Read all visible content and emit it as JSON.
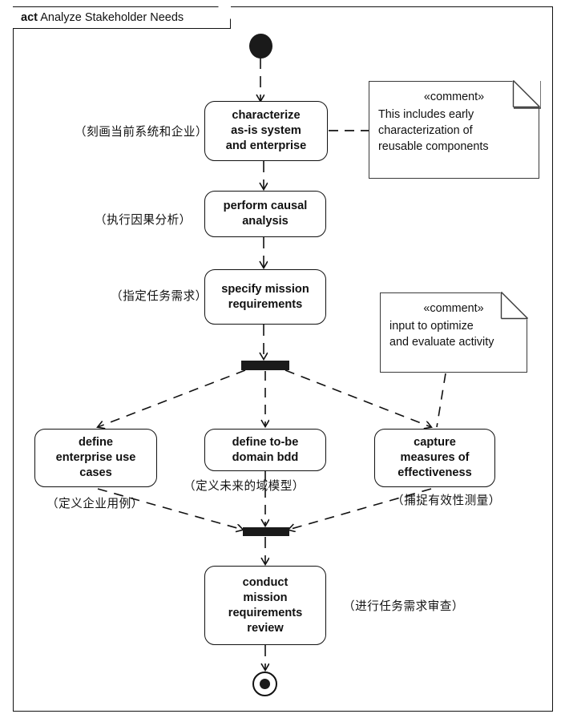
{
  "diagram": {
    "kind_keyword": "act",
    "title": "Analyze Stakeholder Needs",
    "type": "uml-activity-diagram",
    "line_color": "#111111",
    "fill_color": "#ffffff"
  },
  "nodes": {
    "initial": {
      "name": "initial-node"
    },
    "final": {
      "name": "activity-final-node"
    },
    "fork": {
      "name": "fork-bar"
    },
    "join": {
      "name": "join-bar"
    },
    "actions": [
      {
        "id": "characterize",
        "label": "characterize\nas-is system\nand enterprise",
        "line1": "characterize",
        "line2": "as-is system",
        "line3": "and enterprise"
      },
      {
        "id": "causal",
        "label": "perform causal\nanalysis",
        "line1": "perform causal",
        "line2": "analysis"
      },
      {
        "id": "mission-req",
        "label": "specify mission\nrequirements",
        "line1": "specify mission",
        "line2": "requirements"
      },
      {
        "id": "use-cases",
        "label": "define\nenterprise use\ncases",
        "line1": "define",
        "line2": "enterprise use",
        "line3": "cases"
      },
      {
        "id": "domain-bdd",
        "label": "define to-be\ndomain bdd",
        "line1": "define to-be",
        "line2": "domain bdd"
      },
      {
        "id": "moe",
        "label": "capture\nmeasures of\neffectiveness",
        "line1": "capture",
        "line2": "measures of",
        "line3": "effectiveness"
      },
      {
        "id": "review",
        "label": "conduct\nmission\nrequirements\nreview",
        "line1": "conduct",
        "line2": "mission",
        "line3": "requirements",
        "line4": "review"
      }
    ]
  },
  "notes": [
    {
      "id": "note-reusable",
      "stereotype": "«comment»",
      "line1": "This includes early",
      "line2": "characterization of",
      "line3": "reusable components",
      "attached_to": "characterize"
    },
    {
      "id": "note-optimize",
      "stereotype": "«comment»",
      "line1": "input to optimize",
      "line2": "and evaluate activity",
      "attached_to": "moe"
    }
  ],
  "annotations": [
    {
      "id": "ann-characterize",
      "text": "（刻画当前系统和企业）"
    },
    {
      "id": "ann-causal",
      "text": "（执行因果分析）"
    },
    {
      "id": "ann-mission-req",
      "text": "（指定任务需求）"
    },
    {
      "id": "ann-use-cases",
      "text": "（定义企业用例）"
    },
    {
      "id": "ann-domain-bdd",
      "text": "（定义未来的域模型）"
    },
    {
      "id": "ann-moe",
      "text": "（捕捉有效性测量）"
    },
    {
      "id": "ann-review",
      "text": "（进行任务需求审查）"
    }
  ]
}
